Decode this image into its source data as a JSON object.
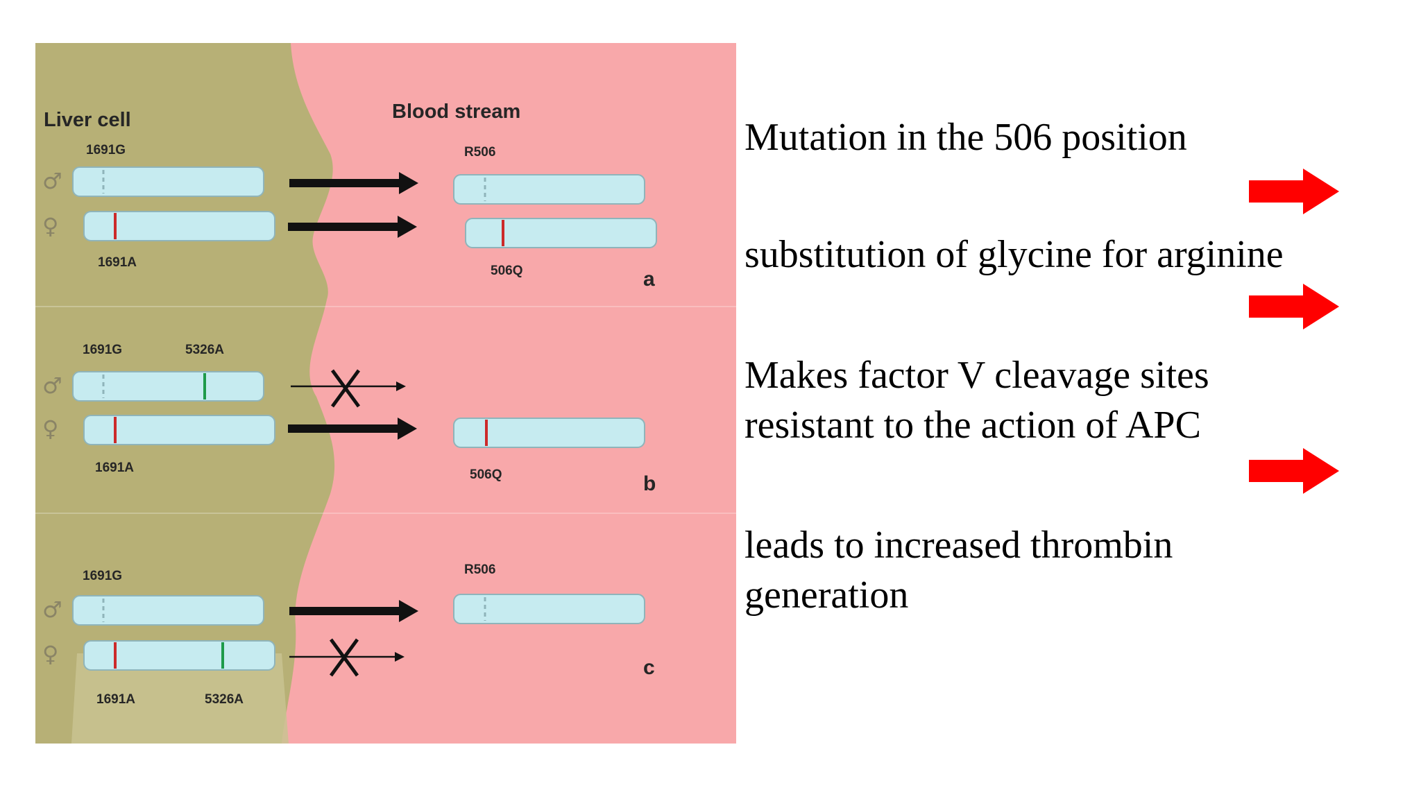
{
  "figure": {
    "liver_label": "Liver cell",
    "blood_label": "Blood stream",
    "male_symbol": "♂",
    "female_symbol": "♀",
    "colors": {
      "liver": "#b7b076",
      "liver_shadow": "#c9c392",
      "blood": "#f8a8aa",
      "chromosome": "#c6ebf0",
      "chromosome_edge": "#8fb4ba",
      "marker_red": "#cc2a2a",
      "marker_green": "#1e9a4a",
      "arrow": "#111111"
    },
    "panels": [
      {
        "id": "a",
        "liver_top_label": "1691G",
        "liver_bottom_label": "1691A",
        "blood_top_label": "R506",
        "blood_bottom_label": "506Q",
        "male_transfer": "yes",
        "female_transfer": "yes"
      },
      {
        "id": "b",
        "liver_top_label_1": "1691G",
        "liver_top_label_2": "5326A",
        "liver_bottom_label": "1691A",
        "blood_bottom_label": "506Q",
        "male_transfer": "blocked",
        "female_transfer": "yes"
      },
      {
        "id": "c",
        "liver_top_label": "1691G",
        "liver_bottom_label_1": "1691A",
        "liver_bottom_label_2": "5326A",
        "blood_top_label": "R506",
        "male_transfer": "yes",
        "female_transfer": "blocked"
      }
    ]
  },
  "steps": [
    {
      "lines": [
        "Mutation in the 506 position"
      ]
    },
    {
      "lines": [
        "substitution of glycine for arginine"
      ]
    },
    {
      "lines": [
        "Makes factor V cleavage sites",
        "resistant to the action of APC"
      ]
    },
    {
      "lines": [
        "leads to increased thrombin",
        "generation"
      ]
    }
  ],
  "arrow_color": "#ff0000"
}
